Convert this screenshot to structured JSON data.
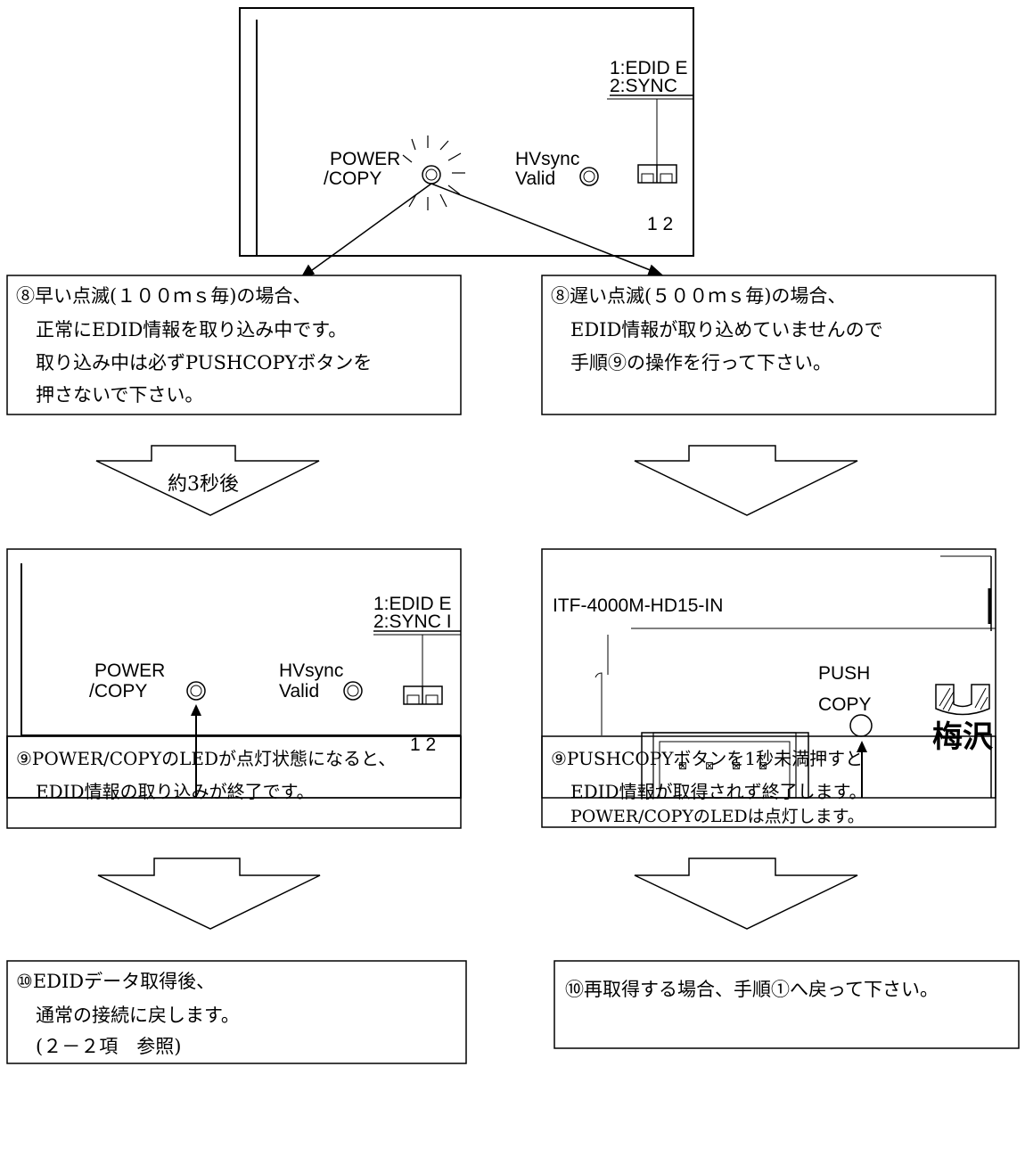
{
  "top_panel": {
    "dip_label_1": "1:EDID E",
    "dip_label_2": "2:SYNC",
    "power_label_1": "POWER",
    "power_label_2": "/COPY",
    "hv_label_1": "HVsync",
    "hv_label_2": "Valid",
    "dip_numbers": "1 2"
  },
  "box_fast_blink": {
    "line1": "⑧早い点滅(１００ｍｓ毎)の場合、",
    "line2": "正常にEDID情報を取り込み中です。",
    "line3": "取り込み中は必ずPUSHCOPYボタンを",
    "line4": "押さないで下さい。"
  },
  "box_slow_blink": {
    "line1": "⑧遅い点滅(５００ｍｓ毎)の場合、",
    "line2": "EDID情報が取り込めていませんので",
    "line3": "手順⑨の操作を行って下さい。"
  },
  "arrow_left_label": "約3秒後",
  "left_panel": {
    "dip_label_1": "1:EDID E",
    "dip_label_2": "2:SYNC I",
    "power_label_1": "POWER",
    "power_label_2": "/COPY",
    "hv_label_1": "HVsync",
    "hv_label_2": "Valid",
    "dip_numbers": "1 2"
  },
  "right_panel": {
    "model": "ITF-4000M-HD15-IN",
    "push_label_1": "PUSH",
    "push_label_2": "COPY",
    "brand": "梅沢"
  },
  "box_led_on": {
    "line1": "⑨POWER/COPYのLEDが点灯状態になると、",
    "line2": "EDID情報の取り込みが終了です。"
  },
  "box_push_copy": {
    "line1": "⑨PUSHCOPYボタンを1秒未満押すと",
    "line2": "EDID情報が取得されず終了します。",
    "line3": "POWER/COPYのLEDは点灯します。"
  },
  "box_restore": {
    "line1": "⑩EDIDデータ取得後、",
    "line2": "通常の接続に戻します。",
    "line3": "(２－２項　参照)"
  },
  "box_retry": {
    "line1": "⑩再取得する場合、手順①へ戻って下さい。"
  }
}
